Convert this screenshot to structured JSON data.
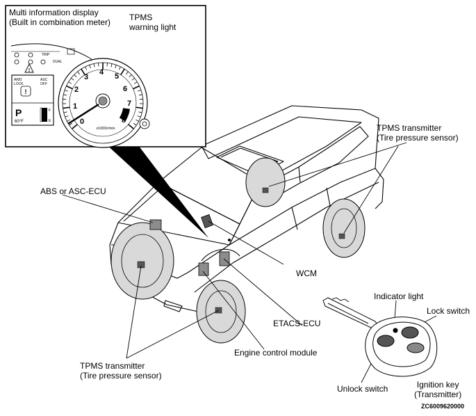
{
  "inset": {
    "title_line1": "Multi information display",
    "title_line2": "(Built in combination meter)",
    "tpms_line1": "TPMS",
    "tpms_line2": "warning light",
    "gauge_numbers": [
      "0",
      "1",
      "2",
      "3",
      "4",
      "5",
      "6",
      "7",
      "8"
    ],
    "gauge_unit": "x1000r/min",
    "display": {
      "awd": "AWD",
      "lock": "LOCK",
      "asc": "ASC",
      "off": "OFF",
      "gear": "P",
      "temp": "60°F",
      "fuel_full": "F",
      "fuel_empty": "E",
      "dual": "DUAL",
      "trip": "TRIP"
    }
  },
  "labels": {
    "tpms_transmitter_rear_1": "TPMS transmitter",
    "tpms_transmitter_rear_2": "(Tire pressure sensor)",
    "abs_asc_ecu": "ABS or ASC-ECU",
    "wcm": "WCM",
    "etacs_ecu": "ETACS-ECU",
    "engine_control_module": "Engine control module",
    "tpms_transmitter_front_1": "TPMS transmitter",
    "tpms_transmitter_front_2": "(Tire pressure sensor)",
    "indicator_light": "Indicator light",
    "lock_switch": "Lock switch",
    "unlock_switch": "Unlock switch",
    "ignition_key_1": "Ignition key",
    "ignition_key_2": "(Transmitter)",
    "figure_code": "ZC6009620000"
  },
  "colors": {
    "line": "#000000",
    "background": "#ffffff",
    "shade": "#d9d9d9",
    "dark_shade": "#8c8c8c"
  }
}
